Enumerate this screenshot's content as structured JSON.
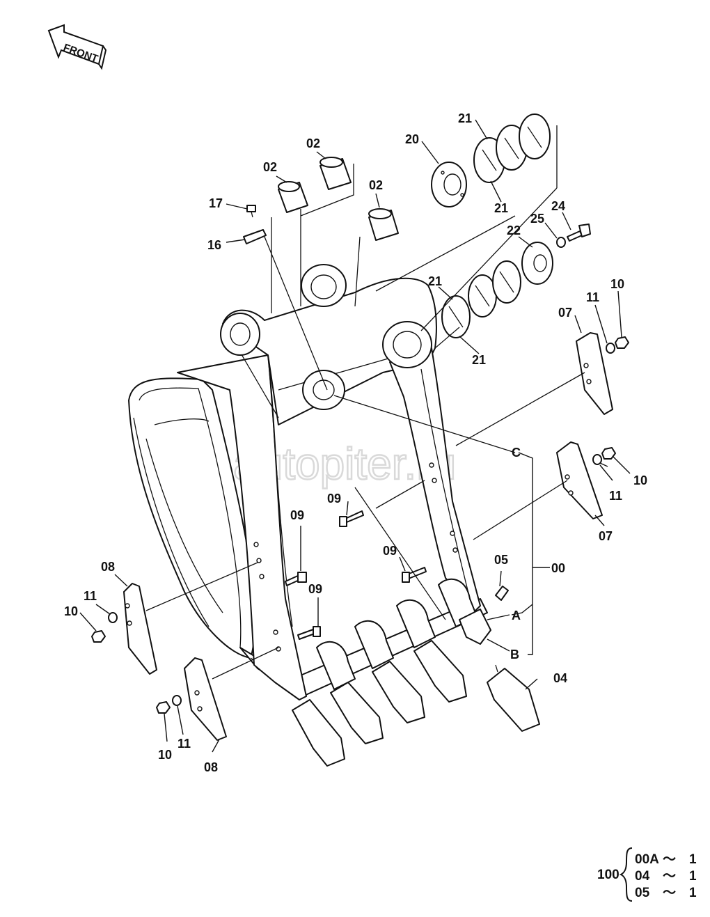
{
  "front_arrow": {
    "text": "FRONT"
  },
  "watermark": {
    "text": "autopiter.ru"
  },
  "labels": {
    "l02a": "02",
    "l02b": "02",
    "l02c": "02",
    "l17": "17",
    "l16": "16",
    "l20": "20",
    "l21a": "21",
    "l21b": "21",
    "l21c": "21",
    "l21d": "21",
    "l22": "22",
    "l25": "25",
    "l24": "24",
    "l07a": "07",
    "l11a": "11",
    "l10a": "10",
    "lC": "C",
    "l10b": "10",
    "l11b": "11",
    "l07b": "07",
    "l09a": "09",
    "l09b": "09",
    "l09c": "09",
    "l09d": "09",
    "l05": "05",
    "l00": "00",
    "lA": "A",
    "lB": "B",
    "l04": "04",
    "l08a": "08",
    "l11c": "11",
    "l10c": "10",
    "l08b": "08",
    "l10d": "10",
    "l11d": "11"
  },
  "assembly_table": {
    "prefix": "100",
    "rows": [
      {
        "code": "00A",
        "sep": "～",
        "qty": "1"
      },
      {
        "code": "04",
        "sep": "～",
        "qty": "1"
      },
      {
        "code": "05",
        "sep": "～",
        "qty": "1"
      }
    ]
  }
}
